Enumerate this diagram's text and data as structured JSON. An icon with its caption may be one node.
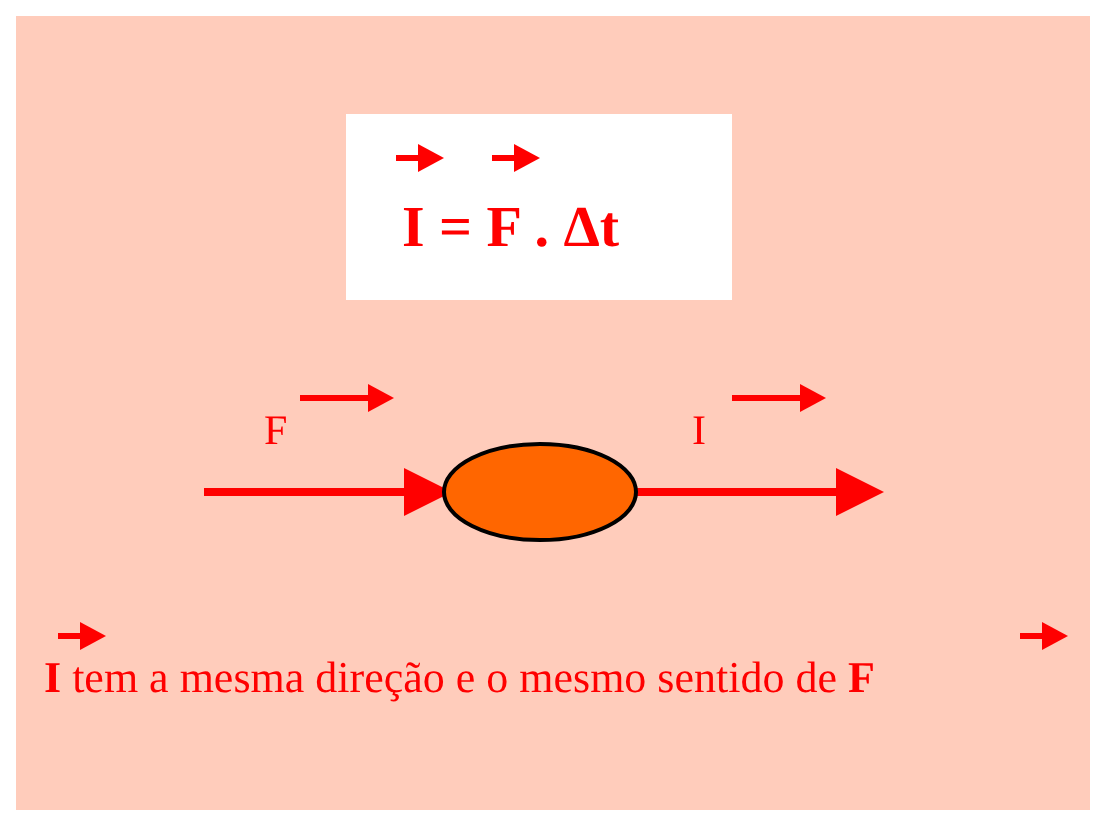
{
  "diagram": {
    "nodes": [
      {
        "text": [
          "I = F . Δt"
        ]
      },
      {
        "text": [],
        "shape": "ellipse"
      }
    ],
    "edges": [
      {
        "from": null,
        "to": 1,
        "arrow": "to",
        "label": "F"
      },
      {
        "from": 1,
        "to": null,
        "arrow": "to",
        "label": "I"
      }
    ],
    "labels": [
      "**I** tem a mesma direção e o mesmo sentido de **F**"
    ]
  }
}
